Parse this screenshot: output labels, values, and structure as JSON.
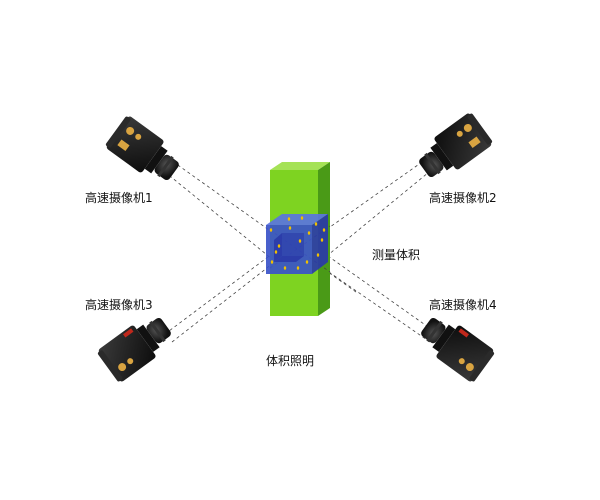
{
  "cameras": [
    {
      "label": "高速摄像机1"
    },
    {
      "label": "高速摄像机2"
    },
    {
      "label": "高速摄像机3"
    },
    {
      "label": "高速摄像机4"
    }
  ],
  "measurement_volume": {
    "label": "测量体积"
  },
  "volume_illumination": {
    "label": "体积照明"
  },
  "colors": {
    "light_sheet_front": "#7ed321",
    "light_sheet_side": "#4a9a17",
    "light_sheet_top": "#a5e256",
    "volume_front": "#3a52c8",
    "volume_side": "#2a3aa8",
    "volume_top": "#5a74e0",
    "particle": "#f0c000",
    "sight_line": "#444444",
    "camera_body": "#1d1d1d",
    "camera_connector": "#d9a441",
    "camera_badge": "#c0281c"
  }
}
